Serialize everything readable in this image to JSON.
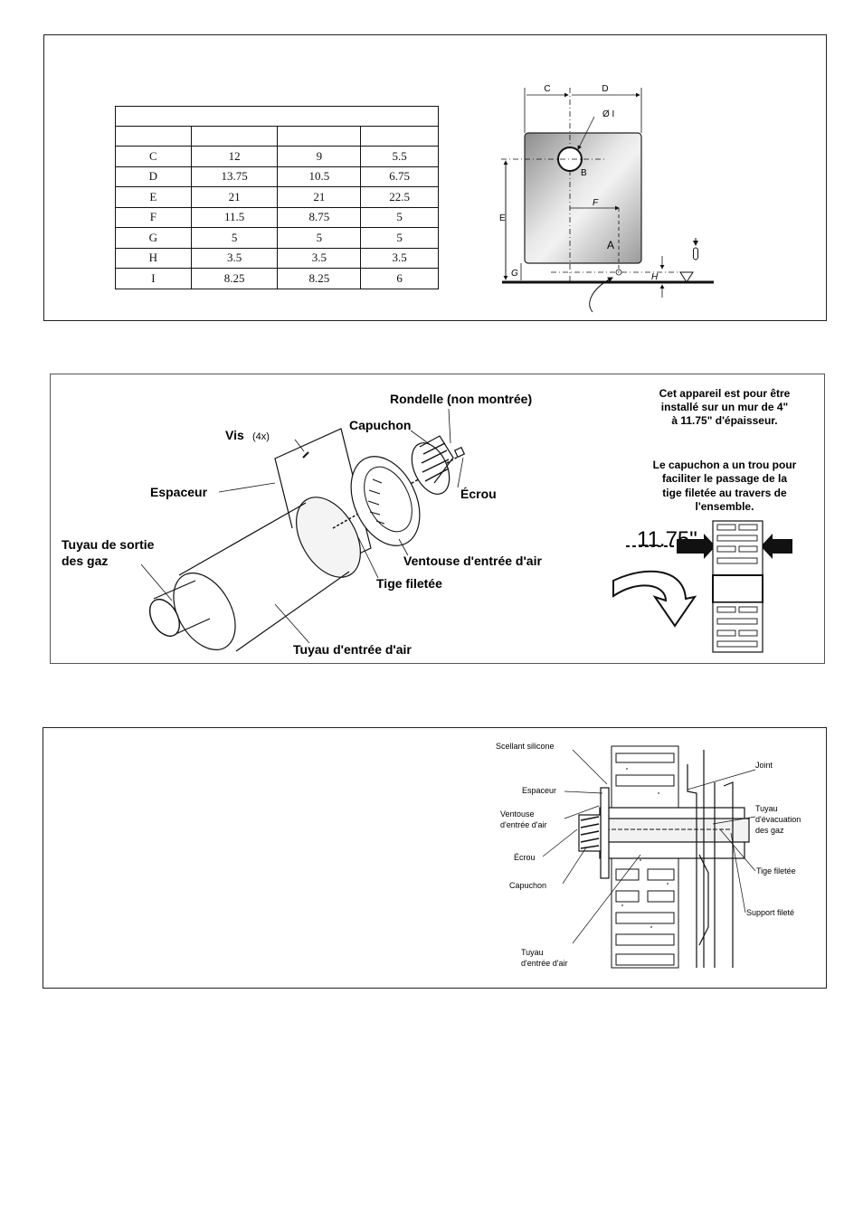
{
  "dimensions_table": {
    "rows": [
      {
        "letter": "C",
        "v1": "12",
        "v2": "9",
        "v3": "5.5"
      },
      {
        "letter": "D",
        "v1": "13.75",
        "v2": "10.5",
        "v3": "6.75"
      },
      {
        "letter": "E",
        "v1": "21",
        "v2": "21",
        "v3": "22.5"
      },
      {
        "letter": "F",
        "v1": "11.5",
        "v2": "8.75",
        "v3": "5"
      },
      {
        "letter": "G",
        "v1": "5",
        "v2": "5",
        "v3": "5"
      },
      {
        "letter": "H",
        "v1": "3.5",
        "v2": "3.5",
        "v3": "3.5"
      },
      {
        "letter": "I",
        "v1": "8.25",
        "v2": "8.25",
        "v3": "6"
      }
    ]
  },
  "clearance_diagram": {
    "label_c": "C",
    "label_d": "D",
    "label_e": "E",
    "label_f": "F",
    "label_g": "G",
    "label_h": "H",
    "label_i": "Ø I",
    "label_a": "A",
    "label_b": "B"
  },
  "assembly_diagram": {
    "rondelle": "Rondelle (non montrée)",
    "capuchon": "Capuchon",
    "vis": "Vis",
    "vis_count": "(4x)",
    "espaceur": "Espaceur",
    "ecrou": "Écrou",
    "tuyau_sortie_line1": "Tuyau de sortie",
    "tuyau_sortie_line2": "des gaz",
    "ventouse": "Ventouse d'entrée d'air",
    "tige": "Tige filetée",
    "tuyau_entree": "Tuyau d'entrée d'air",
    "note1": [
      "Cet appareil est pour être",
      "installé sur un mur de 4\"",
      "à 11.75\" d'épaisseur."
    ],
    "note2": [
      "Le capuchon a un trou pour",
      "faciliter le passage de la",
      "tige filetée au travers de",
      "l'ensemble."
    ],
    "thickness": "11.75\""
  },
  "section_diagram": {
    "scellant": "Scellant silicone",
    "espaceur": "Espaceur",
    "ventouse_line1": "Ventouse",
    "ventouse_line2": "d'entrée d'air",
    "ecrou": "Écrou",
    "capuchon": "Capuchon",
    "tuyau_entree_line1": "Tuyau",
    "tuyau_entree_line2": "d'entrée d'air",
    "joint": "Joint",
    "tuyau_evac_line1": "Tuyau",
    "tuyau_evac_line2": "d'évacuation",
    "tuyau_evac_line3": "des gaz",
    "tige": "Tige filetée",
    "support": "Support fileté"
  }
}
